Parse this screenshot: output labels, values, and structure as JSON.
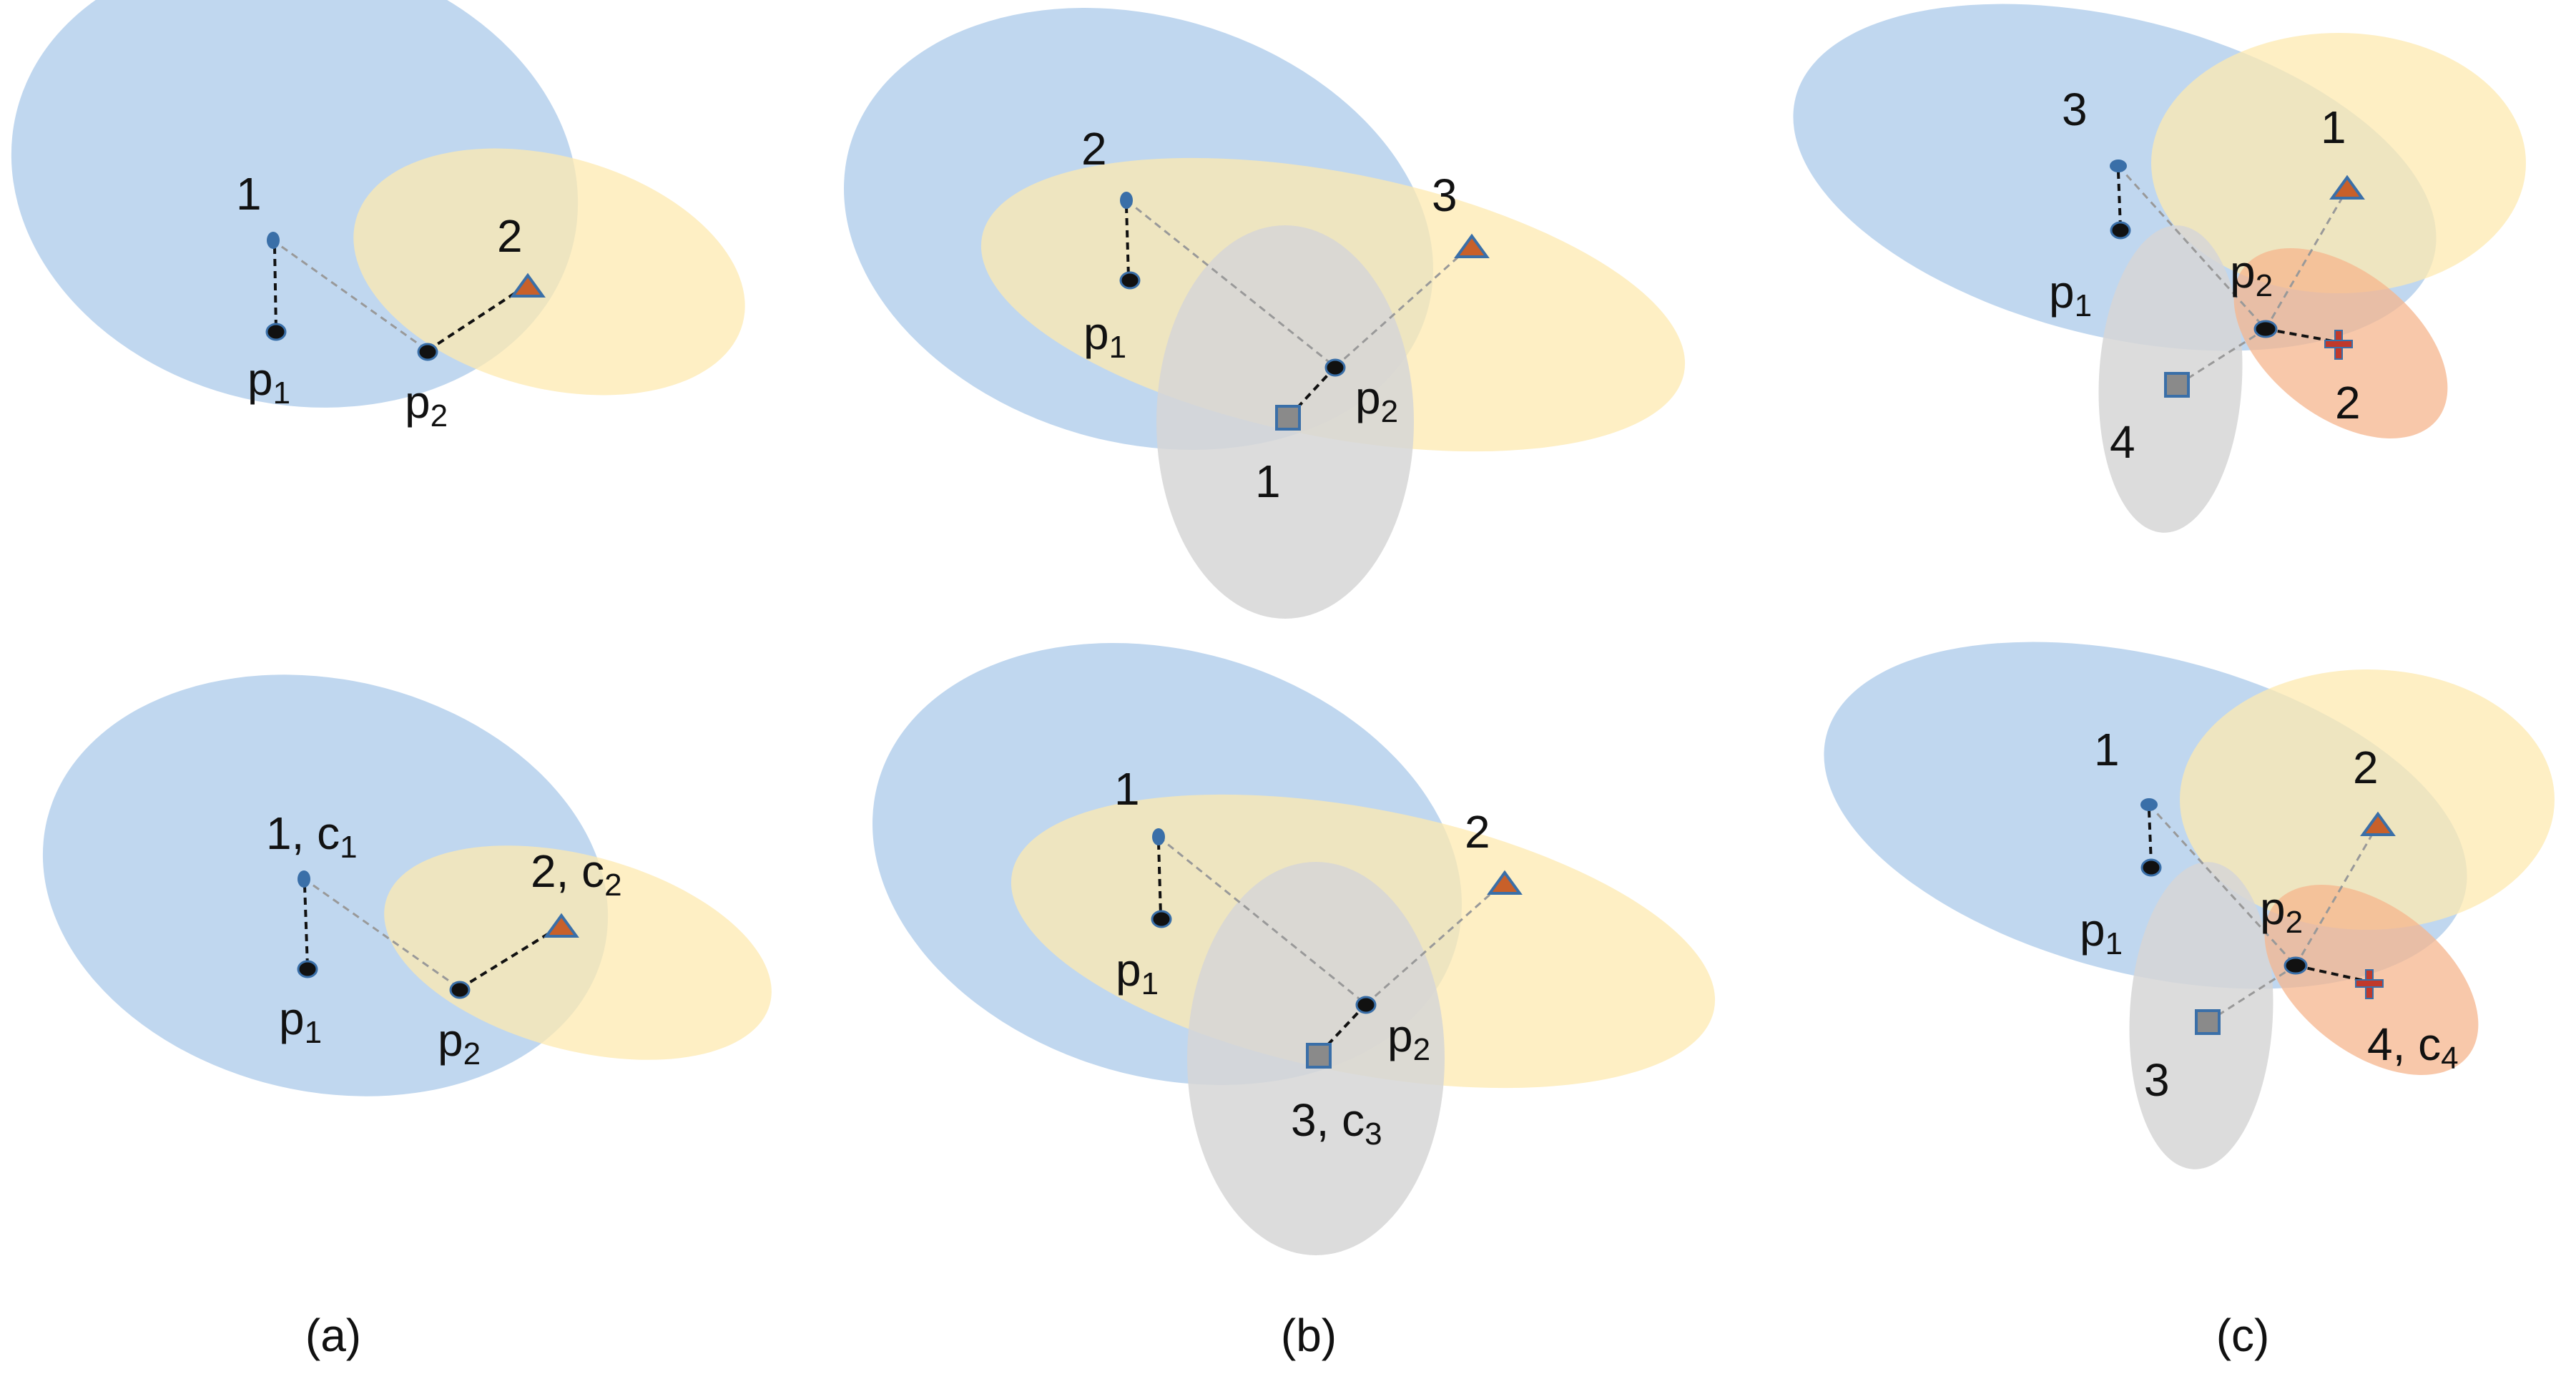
{
  "colors": {
    "blue_ellipse": "#bdd5ee",
    "yellow_ellipse": "#fde9b0",
    "gray_ellipse": "#d6d6d6",
    "orange_ellipse": "#f6b58d",
    "marker_fill": "#3a6fa8",
    "triangle_fill": "#c8602a",
    "square_fill": "#8a8a8a",
    "cross_fill": "#c0392b",
    "point_fill": "#111111"
  },
  "panels": {
    "a_top": {
      "labels": {
        "one": "1",
        "two": "2",
        "p1": "p",
        "p1_sub": "1",
        "p2": "p",
        "p2_sub": "2"
      }
    },
    "a_bottom": {
      "labels": {
        "one": "1, c",
        "one_sub": "1",
        "two": "2, c",
        "two_sub": "2",
        "p1": "p",
        "p1_sub": "1",
        "p2": "p",
        "p2_sub": "2"
      }
    },
    "b_top": {
      "labels": {
        "one": "1",
        "two": "2",
        "three": "3",
        "p1": "p",
        "p1_sub": "1",
        "p2": "p",
        "p2_sub": "2"
      }
    },
    "b_bottom": {
      "labels": {
        "one": "1",
        "two": "2",
        "three": "3, c",
        "three_sub": "3",
        "p1": "p",
        "p1_sub": "1",
        "p2": "p",
        "p2_sub": "2"
      }
    },
    "c_top": {
      "labels": {
        "one": "1",
        "two": "2",
        "three": "3",
        "four": "4",
        "p1": "p",
        "p1_sub": "1",
        "p2": "p",
        "p2_sub": "2"
      }
    },
    "c_bottom": {
      "labels": {
        "one": "1",
        "two": "2",
        "three": "3",
        "four": "4, c",
        "four_sub": "4",
        "p1": "p",
        "p1_sub": "1",
        "p2": "p",
        "p2_sub": "2"
      }
    }
  },
  "captions": {
    "a": "(a)",
    "b": "(b)",
    "c": "(c)"
  }
}
